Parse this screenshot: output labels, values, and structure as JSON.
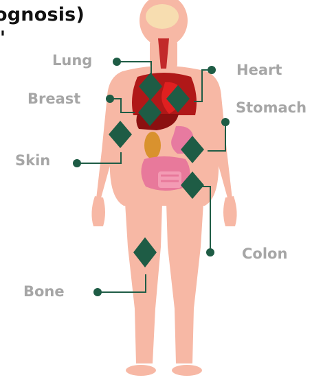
{
  "header": {
    "line1": "ognosis)",
    "line2": "\""
  },
  "colors": {
    "label_text": "#a6a6a6",
    "connector": "#1e5c45",
    "marker": "#1e5c45",
    "skin": "#f7b8a5",
    "heart": "#e02020",
    "lungs": "#b01818",
    "liver": "#8b1010",
    "stomach": "#e77aa0",
    "intestine": "#e8799b",
    "kidney": "#d9922e",
    "brain": "#f7ddb0"
  },
  "labels": {
    "lung": "Lung",
    "heart": "Heart",
    "breast": "Breast",
    "stomach": "Stomach",
    "skin": "Skin",
    "colon": "Colon",
    "bone": "Bone"
  }
}
